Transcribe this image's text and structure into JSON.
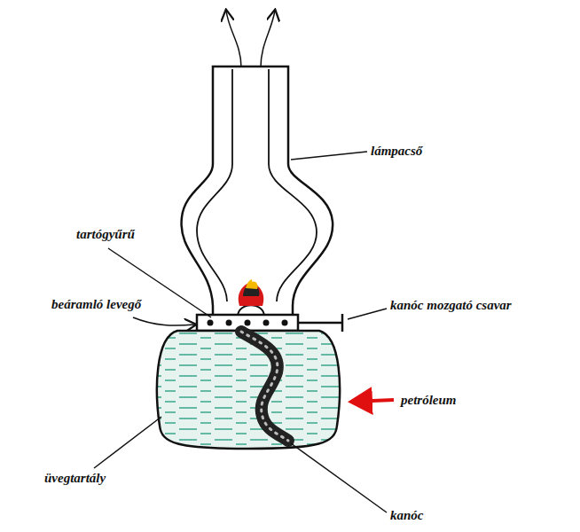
{
  "diagram": {
    "labels": [
      "lámpacső",
      "tartógyűrű",
      "beáramló levegő",
      "kanóc mozgató csavar",
      "petróleum",
      "üvegtartály",
      "kanóc"
    ]
  }
}
